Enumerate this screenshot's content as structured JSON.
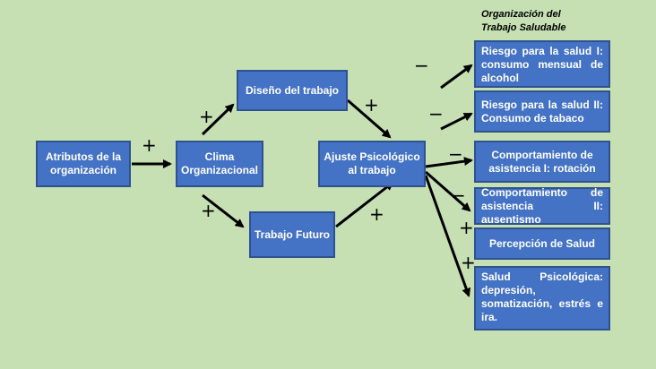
{
  "title": {
    "line1": "Organización del",
    "line2": "Trabajo Saludable"
  },
  "nodes": {
    "atributos": "Atributos de la organización",
    "clima": "Clima Organizacional",
    "diseno": "Diseño del trabajo",
    "futuro": "Trabajo Futuro",
    "ajuste": "Ajuste Psicológico al trabajo",
    "riesgo1": "Riesgo para la salud I: consumo mensual de alcohol",
    "riesgo2": "Riesgo para la salud II: Consumo de tabaco",
    "comp1": "Comportamiento de asistencia I: rotación",
    "comp2": "Comportamiento de asistencia II: ausentismo",
    "percepcion": "Percepción de Salud",
    "salud": "Salud Psicológica: depresión, somatización, estrés e ira."
  },
  "signs": {
    "plus": "+",
    "minus": "−"
  },
  "colors": {
    "background": "#c6e0b4",
    "box_fill": "#4472c4",
    "box_border": "#2f528f",
    "box_text": "#ffffff",
    "arrow": "#000000"
  }
}
